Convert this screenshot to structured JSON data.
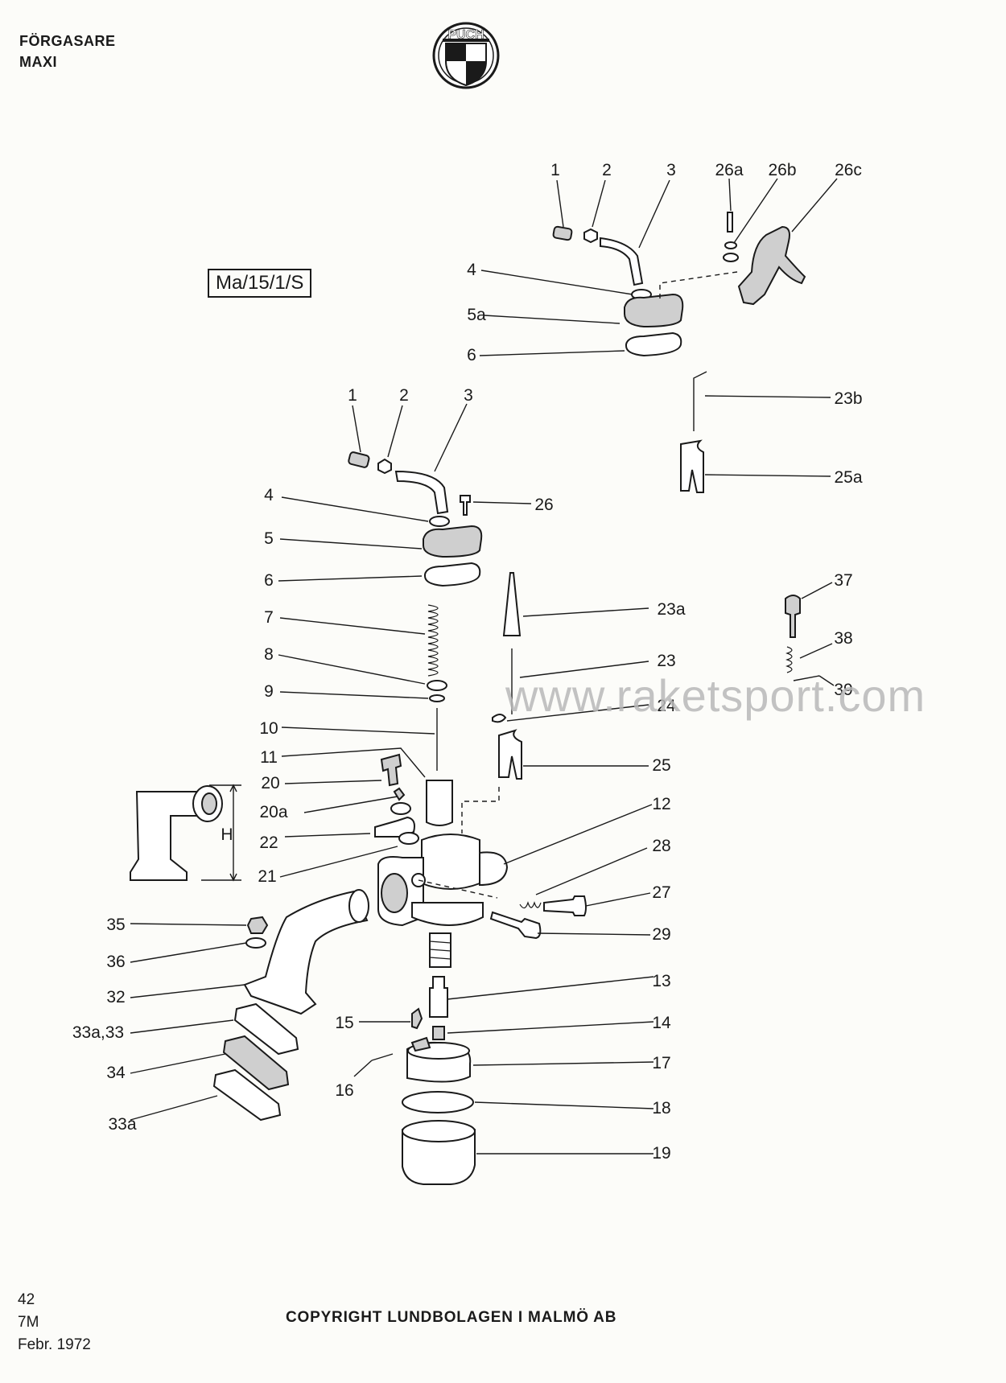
{
  "header": {
    "line1": "FÖRGASARE",
    "line2": "MAXI"
  },
  "logo": {
    "text": "PUCH",
    "icon": "puch-shield-logo"
  },
  "model_code": "Ma/15/1/S",
  "watermark": "www.raketsport.com",
  "dimension_label": "H",
  "footer": {
    "page": "42",
    "code": "7M",
    "date": "Febr. 1972",
    "copyright": "COPYRIGHT LUNDBOLAGEN I MALMÖ AB"
  },
  "callouts": {
    "top1": "1",
    "top2": "2",
    "top3": "3",
    "top26a": "26a",
    "top26b": "26b",
    "top26c": "26c",
    "top4": "4",
    "top5a": "5a",
    "top6": "6",
    "c23b": "23b",
    "c25a": "25a",
    "m1": "1",
    "m2": "2",
    "m3": "3",
    "m26": "26",
    "m4": "4",
    "m5": "5",
    "m6": "6",
    "m7": "7",
    "m8": "8",
    "m9": "9",
    "m10": "10",
    "m11": "11",
    "m20": "20",
    "m20a": "20a",
    "m22": "22",
    "m21": "21",
    "c23a": "23a",
    "c23": "23",
    "c24": "24",
    "c25": "25",
    "c12": "12",
    "c37": "37",
    "c38": "38",
    "c39": "39",
    "c28": "28",
    "c27": "27",
    "c29": "29",
    "c35": "35",
    "c36": "36",
    "c32": "32",
    "c33a33": "33a,33",
    "c34": "34",
    "c33a": "33a",
    "c13": "13",
    "c15": "15",
    "c14": "14",
    "c16": "16",
    "c17": "17",
    "c18": "18",
    "c19": "19"
  }
}
